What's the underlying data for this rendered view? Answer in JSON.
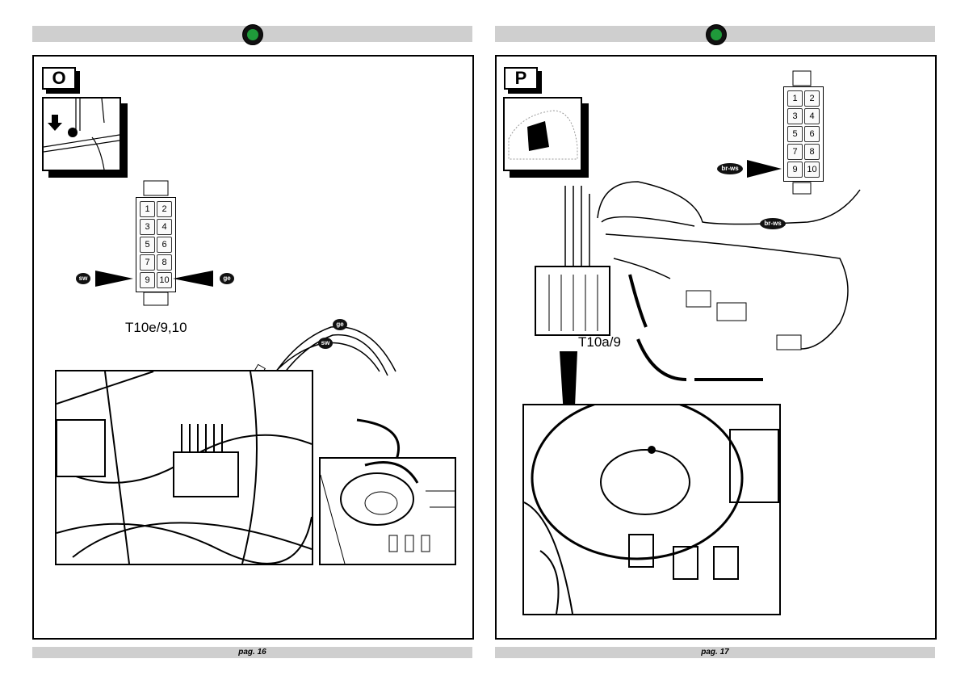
{
  "pages": [
    {
      "step": "O",
      "connector": {
        "pins": [
          "1",
          "2",
          "3",
          "4",
          "5",
          "6",
          "7",
          "8",
          "9",
          "10"
        ],
        "label": "T10e/9,10"
      },
      "wires": {
        "left_badge": "sw",
        "right_badge": "ge",
        "wire_badge_1": "ge",
        "wire_badge_2": "sw"
      },
      "footer": "pag. 16"
    },
    {
      "step": "P",
      "connector": {
        "pins": [
          "1",
          "2",
          "3",
          "4",
          "5",
          "6",
          "7",
          "8",
          "9",
          "10"
        ],
        "label": "T10a/9"
      },
      "wires": {
        "arrow_badge": "br-ws",
        "wire_badge": "br-ws"
      },
      "footer": "pag. 17"
    }
  ],
  "colors": {
    "bar": "#cfcfcf",
    "logo_green": "#1f9a3a"
  }
}
